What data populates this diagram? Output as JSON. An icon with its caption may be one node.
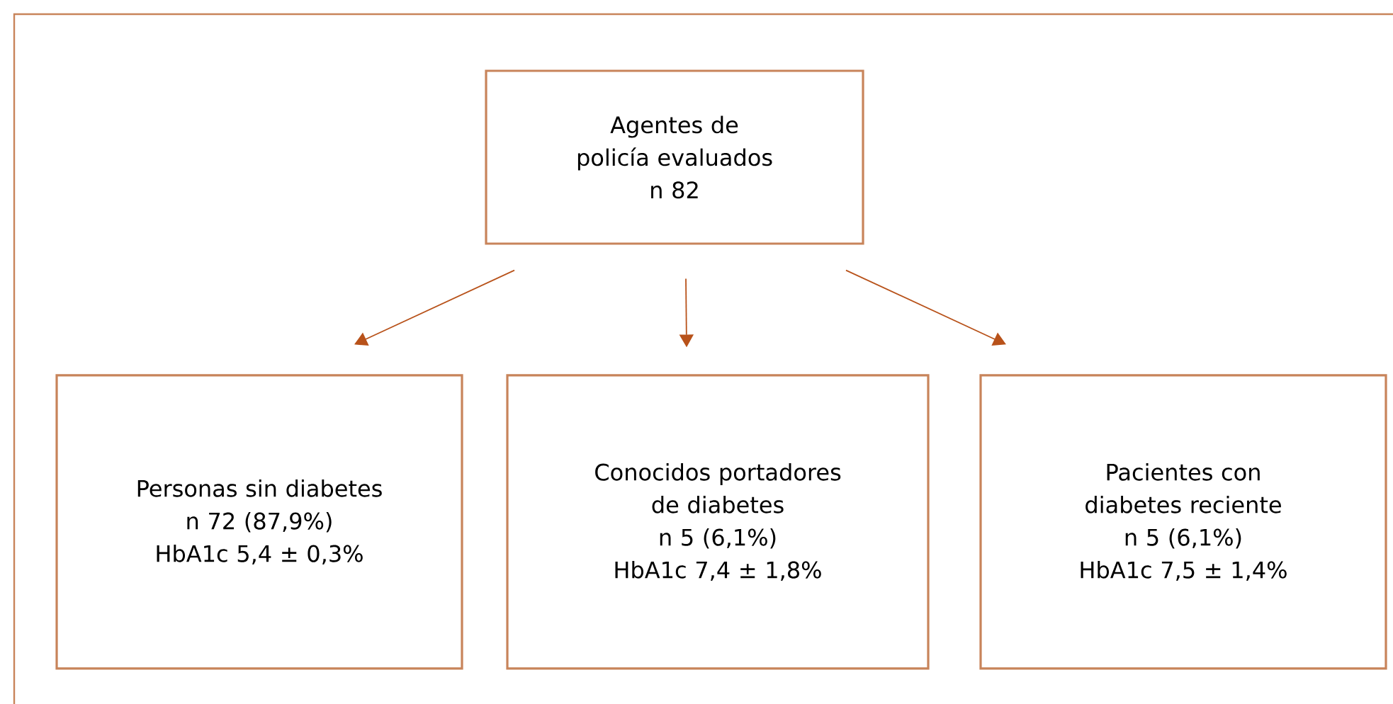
{
  "diagram": {
    "nodes": [
      {
        "text": [
          "Agentes de policía evaluados",
          "n 82"
        ]
      },
      {
        "text": [
          "Personas sin diabetes",
          "n 72 (87,9%)",
          "HbA1c 5,4 ± 0,3%"
        ]
      },
      {
        "text": [
          "Conocidos portadores de diabetes",
          "n 5 (6,1%)",
          "HbA1c 7,4 ± 1,8%"
        ]
      },
      {
        "text": [
          "Pacientes con diabetes reciente",
          "n 5 (6,1%)",
          "HbA1c 7,5 ± 1,4%"
        ]
      }
    ],
    "edges": [
      {
        "from": 0,
        "to": 1,
        "arrow": "to"
      },
      {
        "from": 0,
        "to": 2,
        "arrow": "to"
      },
      {
        "from": 0,
        "to": 3,
        "arrow": "to"
      }
    ]
  }
}
